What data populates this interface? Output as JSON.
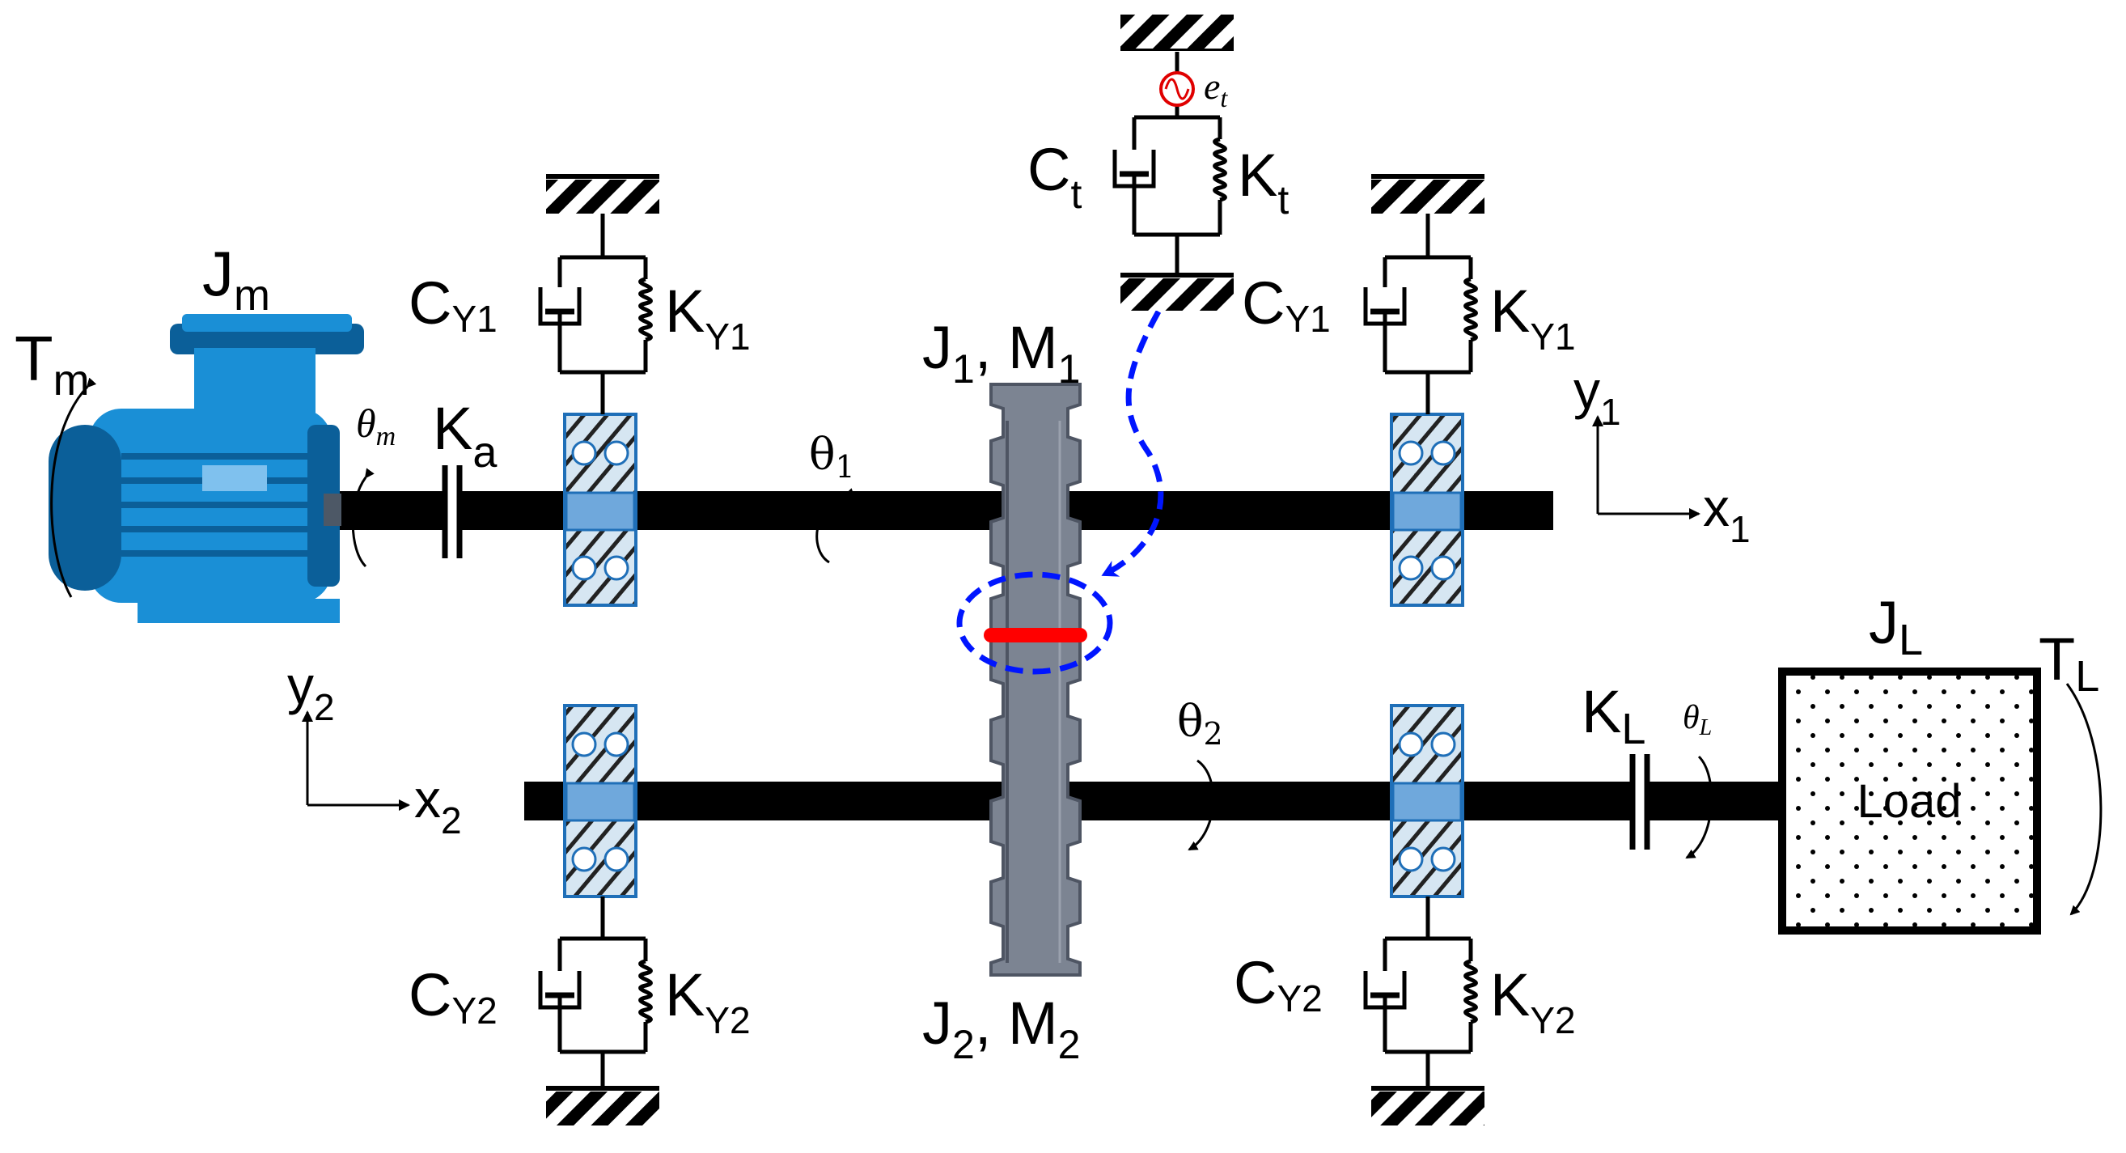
{
  "colors": {
    "shaft": "#000000",
    "motor_body": "#1a8fd6",
    "motor_dark": "#0b5f99",
    "bearing_fill": "#9ec9ea",
    "bearing_stroke": "#1f6fb8",
    "gear_fill": "#7c8492",
    "gear_dark": "#4e5563",
    "contact_line": "#ff0000",
    "dashed_link": "#0015ff",
    "error_source": "#e00000"
  },
  "icons": {
    "motor": "electric-motor-icon",
    "gear": "spur-gear-icon",
    "bearing": "ball-bearing-icon",
    "ground": "ground-hatch-icon",
    "damper": "damper-icon",
    "spring": "spring-icon",
    "error_source": "sine-source-icon"
  },
  "labels": {
    "Jm": {
      "main": "J",
      "sub": "m"
    },
    "Tm": {
      "main": "T",
      "sub": "m"
    },
    "theta_m": {
      "main": "θ",
      "sub": "m"
    },
    "Ka": {
      "main": "K",
      "sub": "a"
    },
    "CY1_left": {
      "main": "C",
      "sub": "Y1"
    },
    "KY1_left": {
      "main": "K",
      "sub": "Y1"
    },
    "theta_1": {
      "main": "θ",
      "sub": "1"
    },
    "J1M1": {
      "a": "J",
      "a_sub": "1",
      "sep": ", ",
      "b": "M",
      "b_sub": "1"
    },
    "Ct": {
      "main": "C",
      "sub": "t"
    },
    "Kt": {
      "main": "K",
      "sub": "t"
    },
    "et": {
      "main": "e",
      "sub": "t"
    },
    "CY1_right": {
      "main": "C",
      "sub": "Y1"
    },
    "KY1_right": {
      "main": "K",
      "sub": "Y1"
    },
    "y1": {
      "main": "y",
      "sub": "1"
    },
    "x1": {
      "main": "x",
      "sub": "1"
    },
    "y2": {
      "main": "y",
      "sub": "2"
    },
    "x2": {
      "main": "x",
      "sub": "2"
    },
    "theta_2": {
      "main": "θ",
      "sub": "2"
    },
    "KL": {
      "main": "K",
      "sub": "L"
    },
    "theta_L": {
      "main": "θ",
      "sub": "L"
    },
    "JL": {
      "main": "J",
      "sub": "L"
    },
    "TL": {
      "main": "T",
      "sub": "L"
    },
    "load": "Load",
    "CY2_left": {
      "main": "C",
      "sub": "Y2"
    },
    "KY2_left": {
      "main": "K",
      "sub": "Y2"
    },
    "J2M2": {
      "a": "J",
      "a_sub": "2",
      "sep": ", ",
      "b": "M",
      "b_sub": "2"
    },
    "CY2_right": {
      "main": "C",
      "sub": "Y2"
    },
    "KY2_right": {
      "main": "K",
      "sub": "Y2"
    }
  }
}
